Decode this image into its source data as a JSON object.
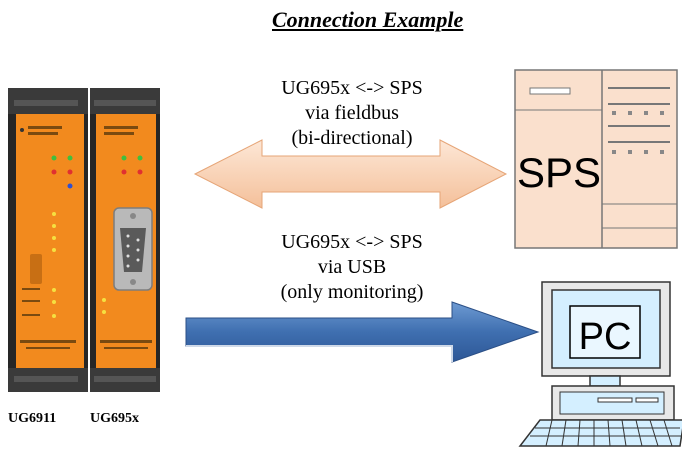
{
  "title": "Connection Example",
  "fieldbus_label": {
    "line1": "UG695x  <-> SPS",
    "line2": "via fieldbus",
    "line3": "(bi-directional)"
  },
  "usb_label": {
    "line1": "UG695x  <-> SPS",
    "line2": "via USB",
    "line3": "(only monitoring)"
  },
  "devices": {
    "left_name": "UG6911",
    "right_name": "UG695x"
  },
  "sps": {
    "text": "SPS"
  },
  "pc": {
    "text": "PC"
  },
  "colors": {
    "device_orange": "#f28a1e",
    "device_dark": "#2a2a2a",
    "fieldbus_arrow": "#f9cfae",
    "usb_arrow": "#4a7ab8",
    "sps_fill": "#fae0cd",
    "pc_monitor": "#d4efff"
  }
}
